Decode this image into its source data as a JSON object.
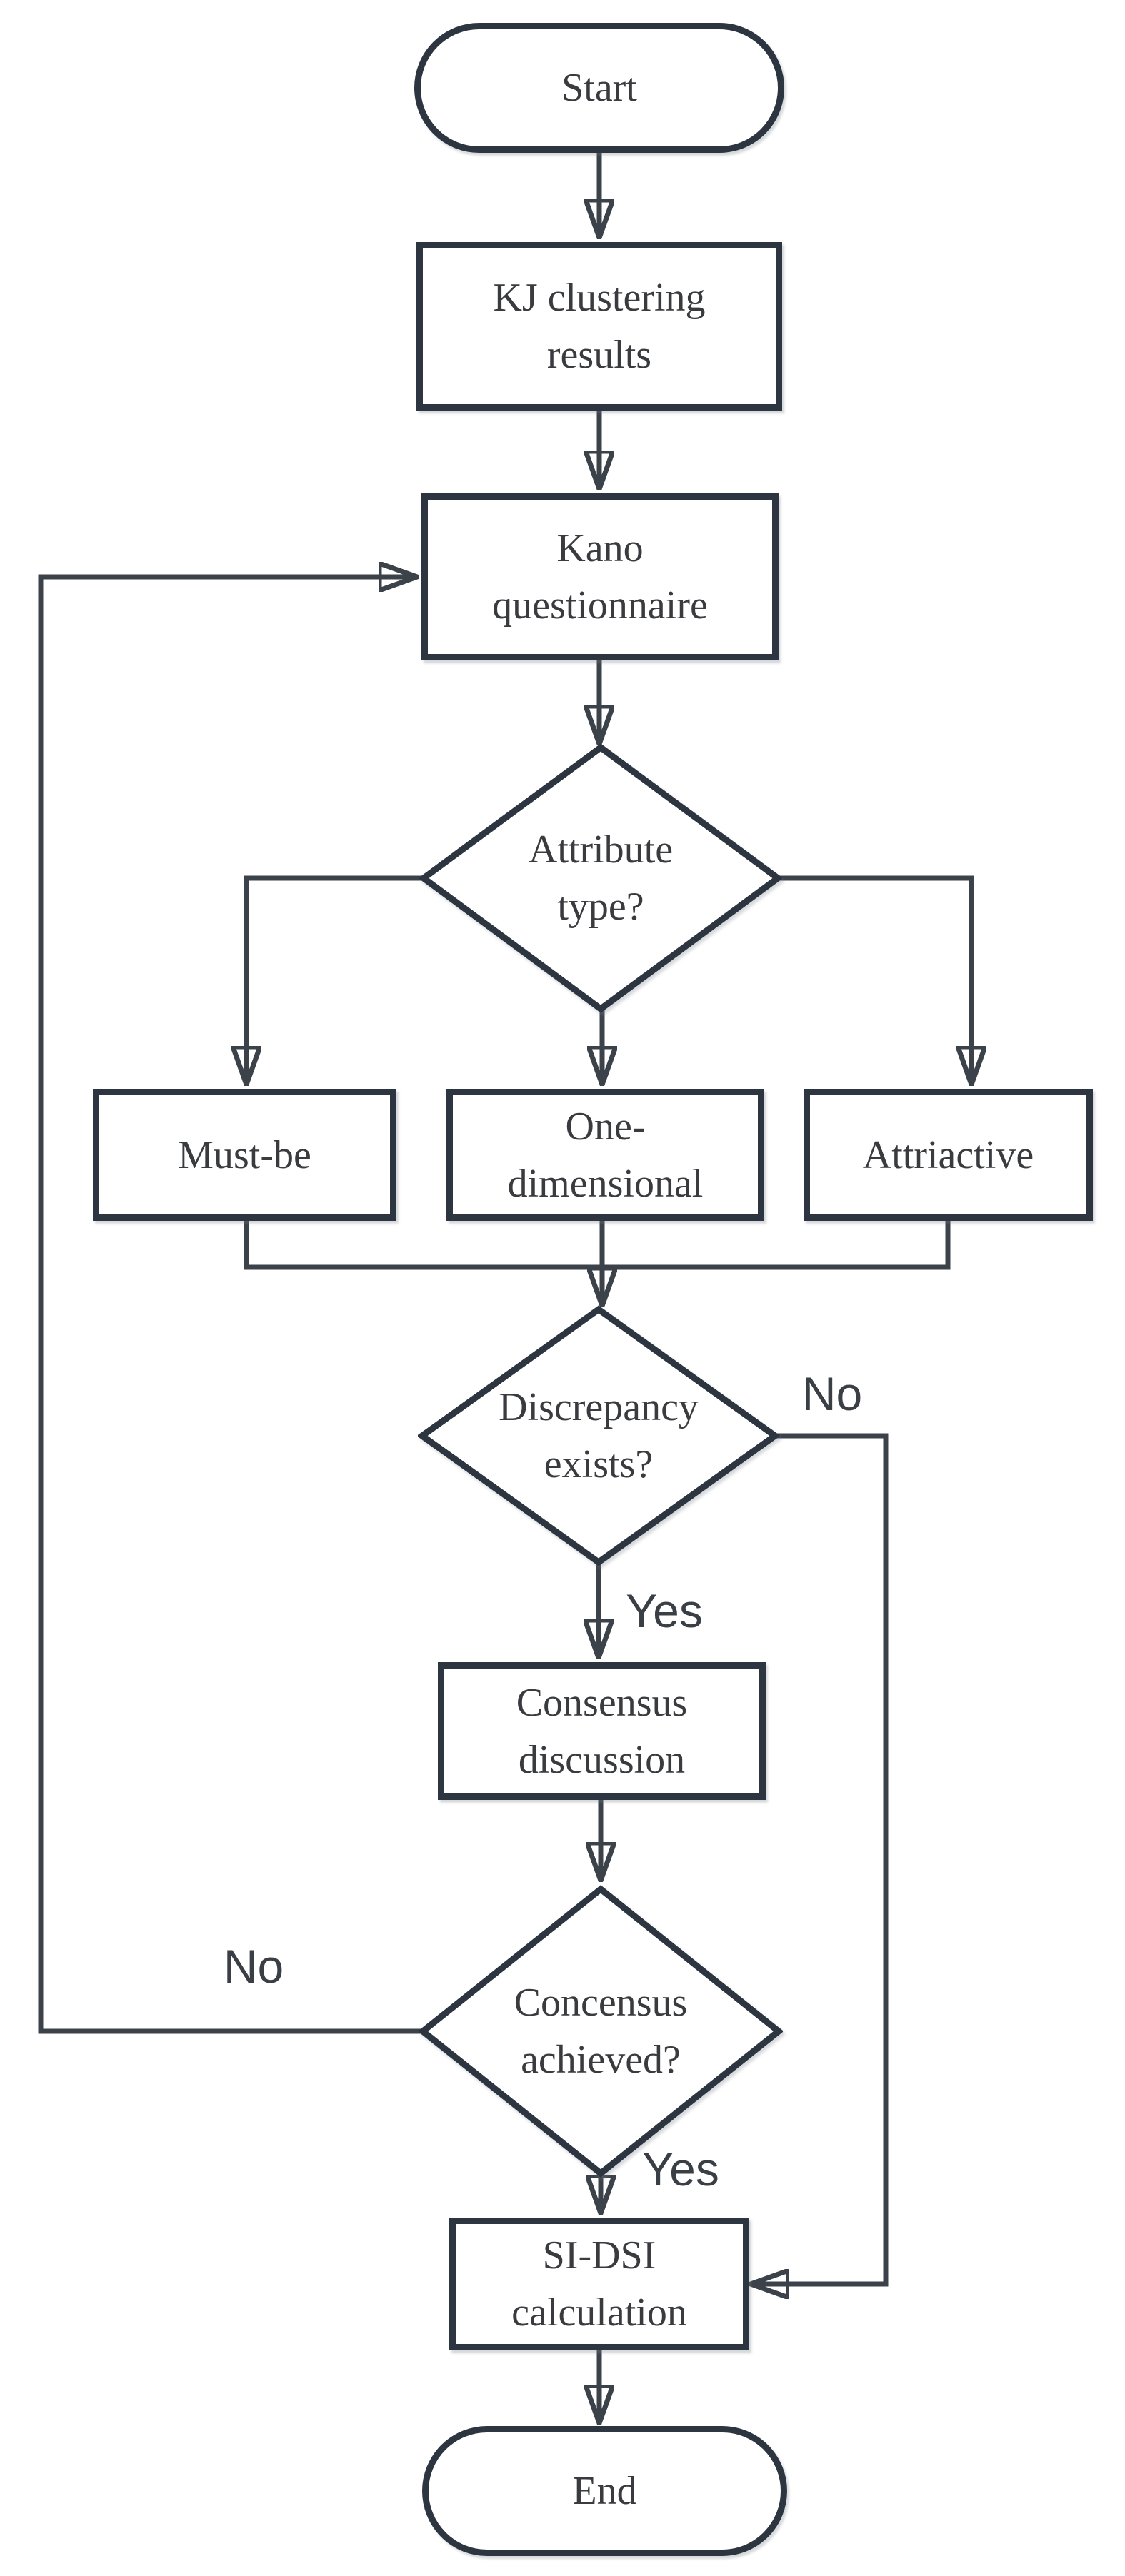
{
  "figure": {
    "type": "flowchart",
    "background": "#ffffff"
  },
  "colors": {
    "shape_stroke": "#2c3540",
    "connector_stroke": "#3c424a",
    "arrowhead_fill": "#343b44",
    "node_text": "#3a3b3e",
    "edge_label_text": "#3a3f45",
    "shape_fill": "#ffffff"
  },
  "nodes": {
    "start": {
      "type": "terminator",
      "label": "Start"
    },
    "kj_clustering": {
      "type": "process",
      "label": "KJ clustering\nresults"
    },
    "kano_questionnaire": {
      "type": "process",
      "label": "Kano\nquestionnaire"
    },
    "attribute_type": {
      "type": "decision",
      "label": "Attribute\ntype?"
    },
    "must_be": {
      "type": "process",
      "label": "Must-be"
    },
    "one_dimensional": {
      "type": "process",
      "label": "One-\ndimensional"
    },
    "attractive": {
      "type": "process",
      "label": "Attriactive"
    },
    "discrepancy_exists": {
      "type": "decision",
      "label": "Discrepancy\nexists?"
    },
    "consensus_discussion": {
      "type": "process",
      "label": "Consensus\ndiscussion"
    },
    "consensus_achieved": {
      "type": "decision",
      "label": "Concensus\nachieved?"
    },
    "si_dsi_calculation": {
      "type": "process",
      "label": "SI-DSI\ncalculation"
    },
    "end": {
      "type": "terminator",
      "label": "End"
    }
  },
  "edge_labels": {
    "discrepancy_no": "No",
    "discrepancy_yes": "Yes",
    "achieved_no": "No",
    "achieved_yes": "Yes"
  }
}
